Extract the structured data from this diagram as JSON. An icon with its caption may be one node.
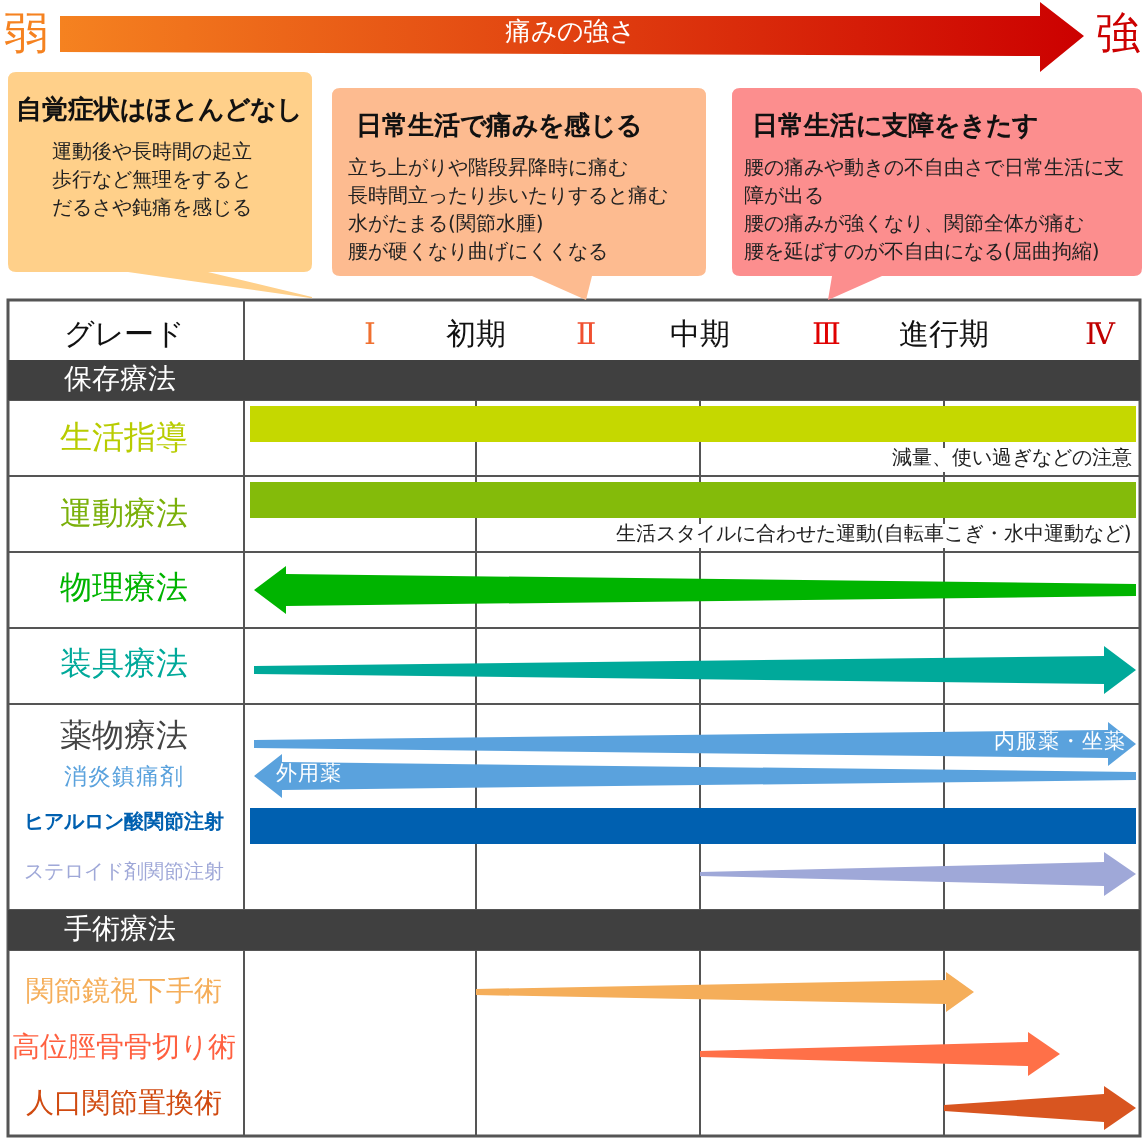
{
  "diagram": {
    "nodes": [
      {
        "text": [
          "自覚症状はほとんどなし",
          "運動後や長時間の起立歩行など無理をするとだるさや鈍痛を感じる"
        ]
      },
      {
        "text": [
          "日常生活で痛みを感じる",
          "立ち上がりや階段昇降時に痛む",
          "長時間立ったり歩いたりすると痛む",
          "水がたまる(関節水腫)",
          "腰が硬くなり曲げにくくなる"
        ]
      },
      {
        "text": [
          "日常生活に支障をきたす",
          "腰の痛みや動きの不自由さで日常生活に支障が出る",
          "腰の痛みが強くなり、関節全体が痛む",
          "腰を延ばすのが不自由になる(屈曲拘縮)"
        ]
      }
    ],
    "labels": [
      "弱",
      "痛みの強さ",
      "強",
      "グレード",
      "Ⅰ",
      "初期",
      "Ⅱ",
      "中期",
      "Ⅲ",
      "進行期",
      "Ⅳ",
      "保存療法",
      "生活指導",
      "減量、使い過ぎなどの注意",
      "運動療法",
      "生活スタイルに合わせた運動(自転車こぎ・水中運動など)",
      "物理療法",
      "装具療法",
      "薬物療法",
      "消炎鎮痛剤",
      "内服薬・坐薬",
      "外用薬",
      "ヒアルロン酸関節注射",
      "ステロイド剤関節注射",
      "手術療法",
      "関節鏡視下手術",
      "高位脛骨骨切り術",
      "人口関節置換術"
    ]
  }
}
